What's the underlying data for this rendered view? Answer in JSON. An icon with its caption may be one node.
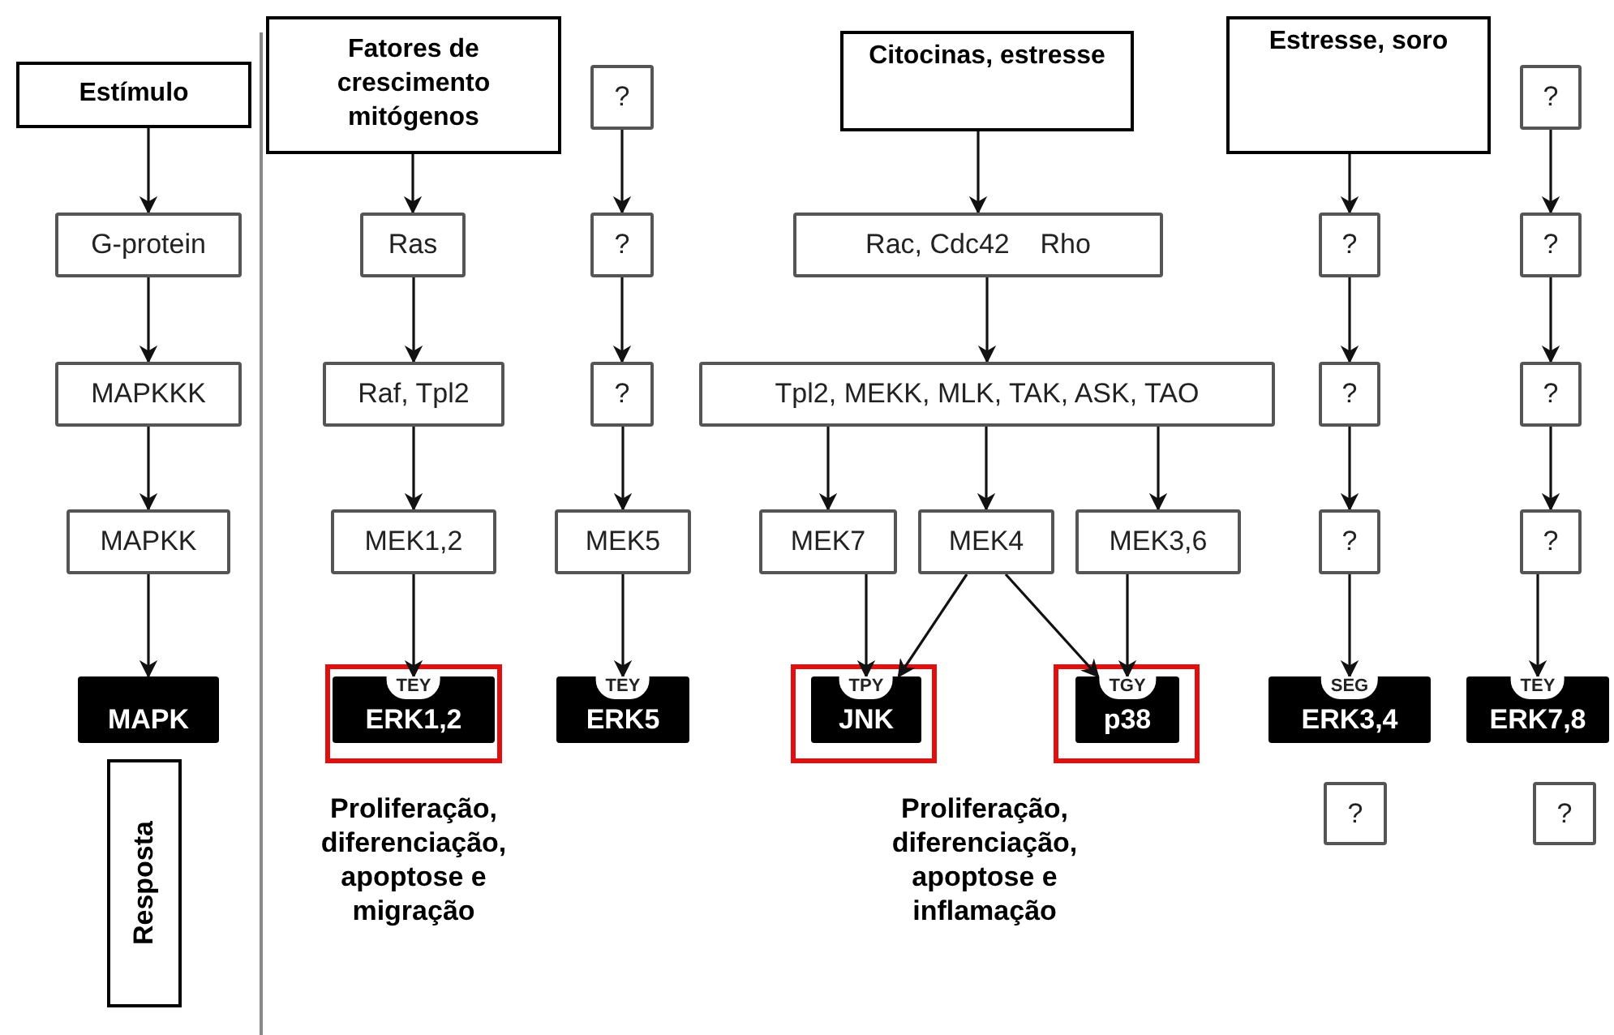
{
  "diagram": {
    "nodes": [
      {
        "text": [
          "Estímulo"
        ]
      },
      {
        "text": [
          "G-protein"
        ]
      },
      {
        "text": [
          "MAPKKK"
        ]
      },
      {
        "text": [
          "MAPKK"
        ]
      },
      {
        "text": [
          "MAPK"
        ]
      },
      {
        "text": [
          "Resposta"
        ]
      },
      {
        "text": [
          "Fatores de crescimento mitógenos"
        ]
      },
      {
        "text": [
          "Ras"
        ]
      },
      {
        "text": [
          "Raf, Tpl2"
        ]
      },
      {
        "text": [
          "MEK1,2"
        ]
      },
      {
        "text": [
          "TEY",
          "ERK1,2"
        ]
      },
      {
        "text": [
          "?"
        ]
      },
      {
        "text": [
          "?"
        ]
      },
      {
        "text": [
          "?"
        ]
      },
      {
        "text": [
          "MEK5"
        ]
      },
      {
        "text": [
          "TEY",
          "ERK5"
        ]
      },
      {
        "text": [
          "Citocinas, estresse"
        ]
      },
      {
        "text": [
          "Rac, Cdc42    Rho"
        ]
      },
      {
        "text": [
          "Tpl2, MEKK, MLK, TAK, ASK, TAO"
        ]
      },
      {
        "text": [
          "MEK7"
        ]
      },
      {
        "text": [
          "MEK4"
        ]
      },
      {
        "text": [
          "MEK3,6"
        ]
      },
      {
        "text": [
          "TPY",
          "JNK"
        ]
      },
      {
        "text": [
          "TGY",
          "p38"
        ]
      },
      {
        "text": [
          "Estresse, soro"
        ]
      },
      {
        "text": [
          "?"
        ]
      },
      {
        "text": [
          "?"
        ]
      },
      {
        "text": [
          "?"
        ]
      },
      {
        "text": [
          "SEG",
          "ERK3,4"
        ]
      },
      {
        "text": [
          "?"
        ]
      },
      {
        "text": [
          "?"
        ]
      },
      {
        "text": [
          "?"
        ]
      },
      {
        "text": [
          "?"
        ]
      },
      {
        "text": [
          "?"
        ]
      },
      {
        "text": [
          "TEY",
          "ERK7,8"
        ]
      },
      {
        "text": [
          "?"
        ]
      }
    ],
    "edges": [
      {
        "from": 0,
        "to": 1,
        "arrow": "to"
      },
      {
        "from": 1,
        "to": 2,
        "arrow": "to"
      },
      {
        "from": 2,
        "to": 3,
        "arrow": "to"
      },
      {
        "from": 3,
        "to": 4,
        "arrow": "to"
      },
      {
        "from": 6,
        "to": 7,
        "arrow": "to"
      },
      {
        "from": 7,
        "to": 8,
        "arrow": "to"
      },
      {
        "from": 8,
        "to": 9,
        "arrow": "to"
      },
      {
        "from": 9,
        "to": 10,
        "arrow": "to"
      },
      {
        "from": 11,
        "to": 12,
        "arrow": "to"
      },
      {
        "from": 12,
        "to": 13,
        "arrow": "to"
      },
      {
        "from": 13,
        "to": 14,
        "arrow": "to"
      },
      {
        "from": 14,
        "to": 15,
        "arrow": "to"
      },
      {
        "from": 16,
        "to": 17,
        "arrow": "to"
      },
      {
        "from": 17,
        "to": 18,
        "arrow": "to"
      },
      {
        "from": 18,
        "to": 19,
        "arrow": "to"
      },
      {
        "from": 18,
        "to": 20,
        "arrow": "to"
      },
      {
        "from": 18,
        "to": 21,
        "arrow": "to"
      },
      {
        "from": 19,
        "to": 22,
        "arrow": "to"
      },
      {
        "from": 20,
        "to": 22,
        "arrow": "to"
      },
      {
        "from": 20,
        "to": 23,
        "arrow": "to"
      },
      {
        "from": 21,
        "to": 23,
        "arrow": "to"
      },
      {
        "from": 24,
        "to": 25,
        "arrow": "to"
      },
      {
        "from": 25,
        "to": 26,
        "arrow": "to"
      },
      {
        "from": 26,
        "to": 27,
        "arrow": "to"
      },
      {
        "from": 27,
        "to": 28,
        "arrow": "to"
      },
      {
        "from": 30,
        "to": 31,
        "arrow": "to"
      },
      {
        "from": 31,
        "to": 32,
        "arrow": "to"
      },
      {
        "from": 32,
        "to": 33,
        "arrow": "to"
      },
      {
        "from": 33,
        "to": 34,
        "arrow": "to"
      }
    ],
    "labels": [
      "Proliferação, diferenciação, apoptose e migração",
      "Proliferação, diferenciação, apoptose e inflamação"
    ]
  }
}
